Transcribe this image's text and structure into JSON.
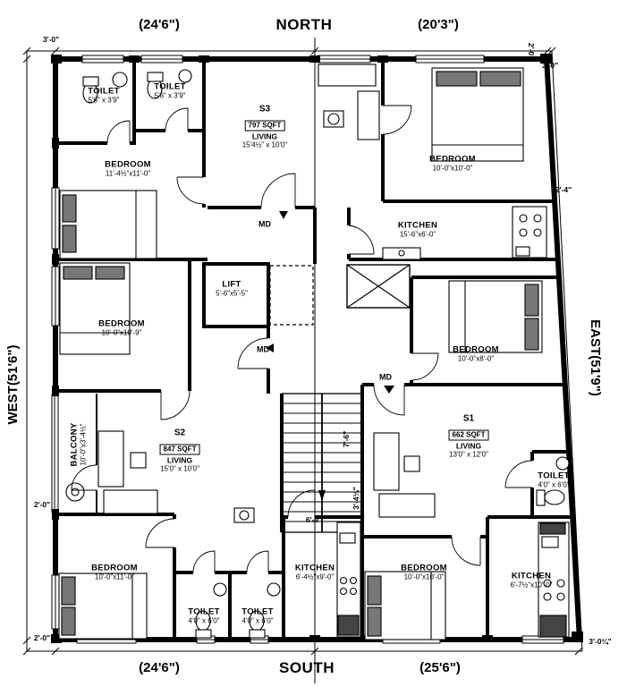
{
  "compass": {
    "north": "NORTH",
    "south": "SOUTH",
    "west": "WEST(51'6\")",
    "east": "EAST(51'9\")"
  },
  "outer_dims": {
    "top_left": "(24'6\")",
    "top_right": "(20'3\")",
    "bottom_left": "(24'6\")",
    "bottom_right": "(25'6\")"
  },
  "small_dims": {
    "top_left": "3'-0\"",
    "top_right_a": "2'-0\"",
    "top_right_b": "3'-0\"",
    "right_mid": "2'-4\"",
    "left_a": "2'-0\"",
    "left_b": "2'-0\"",
    "bottom_right": "3'-0¼\"",
    "stair_a": "7'-6\"",
    "stair_b": "3'-4¼\"",
    "stair_c": "6'-9\""
  },
  "doors": {
    "main_door": "MD"
  },
  "units": {
    "s1": {
      "id": "S1",
      "area": "662 SQFT",
      "type": "LIVING",
      "size": "13'0\" x 12'0\""
    },
    "s2": {
      "id": "S2",
      "area": "847 SQFT",
      "type": "LIVING",
      "size": "15'0\" x 10'0\""
    },
    "s3": {
      "id": "S3",
      "area": "797 SQFT",
      "type": "LIVING",
      "size": "15'4½\" x 10'0\""
    }
  },
  "rooms": {
    "toilet_tl1": {
      "name": "TOILET",
      "size": "5'6\" x 3'9\""
    },
    "toilet_tl2": {
      "name": "TOILET",
      "size": "5'6\" x 3'9\""
    },
    "bedroom_tl": {
      "name": "BEDROOM",
      "size": "11'-4½\"x11'-0\""
    },
    "bedroom_tr": {
      "name": "BEDROOM",
      "size": "10'-0\"x10'-0\""
    },
    "kitchen_top": {
      "name": "KITCHEN",
      "size": "15'-6\"x6'-0\""
    },
    "lift": {
      "name": "LIFT",
      "size": "5'-6\"x5'-5\""
    },
    "bedroom_ml": {
      "name": "BEDROOM",
      "size": "10'-0\"x10'-9\""
    },
    "bedroom_mr": {
      "name": "BEDROOM",
      "size": "10'-0\"x8'-0\""
    },
    "balcony": {
      "name": "BALCONY",
      "size": "10'-0\"x3'-4½\""
    },
    "bedroom_bl": {
      "name": "BEDROOM",
      "size": "10'-0\"x11'-0\""
    },
    "toilet_bl1": {
      "name": "TOILET",
      "size": "4'0\" x 6'0\""
    },
    "toilet_bl2": {
      "name": "TOILET",
      "size": "4'0\" x 6'0\""
    },
    "kitchen_bm": {
      "name": "KITCHEN",
      "size": "6'-4½\"x9'-0\""
    },
    "bedroom_br": {
      "name": "BEDROOM",
      "size": "10'-0\"x10'-0\""
    },
    "kitchen_br": {
      "name": "KITCHEN",
      "size": "6'-7½\"x10'-0\""
    },
    "toilet_r": {
      "name": "TOILET",
      "size": "4'0\" x 6'0\""
    }
  }
}
